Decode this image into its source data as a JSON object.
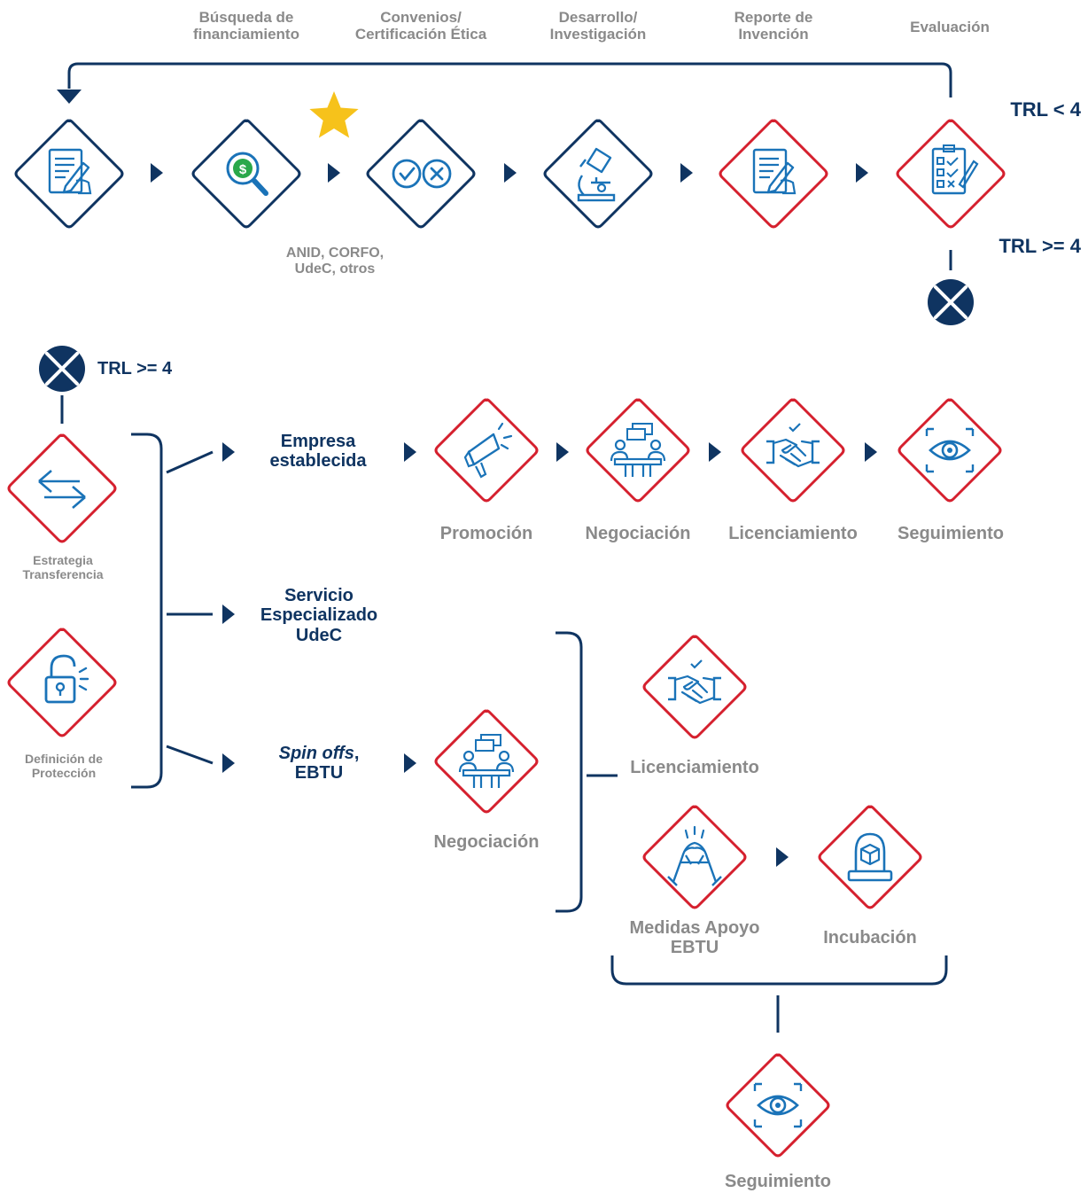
{
  "colors": {
    "navy": "#0f3461",
    "red": "#d5202e",
    "blue": "#1a73b8",
    "gray": "#8a8a8a",
    "star": "#f6c21b",
    "green": "#2aa84a"
  },
  "top_stages": [
    {
      "label": "Búsqueda de\nfinanciamiento",
      "icon": "dollar-search-icon"
    },
    {
      "label": "Convenios/\nCertificación Ética",
      "icon": "check-cross-icon"
    },
    {
      "label": "Desarrollo/\nInvestigación",
      "icon": "microscope-icon"
    },
    {
      "label": "Reporte de\nInvención",
      "icon": "document-signing-icon"
    },
    {
      "label": "Evaluación",
      "icon": "checklist-icon"
    }
  ],
  "funding_sources": "ANID, CORFO,\nUdeC, otros",
  "trl_low": "TRL < 4",
  "trl_high": "TRL >= 4",
  "trl_high_left": "TRL >= 4",
  "left_nodes": [
    {
      "label": "Estrategia\nTransferencia",
      "icon": "transfer-arrows-icon"
    },
    {
      "label": "Definición de\nProtección",
      "icon": "unlocked-padlock-icon"
    }
  ],
  "routes": {
    "empresa": "Empresa\nestablecida",
    "servicio": "Servicio\nEspecializado\nUdeC",
    "spin_italic": "Spin offs",
    "spin_rest": ",\nEBTU"
  },
  "empresa_steps": [
    {
      "label": "Promoción",
      "icon": "megaphone-icon"
    },
    {
      "label": "Negociación",
      "icon": "meeting-icon"
    },
    {
      "label": "Licenciamiento",
      "icon": "handshake-icon"
    },
    {
      "label": "Seguimiento",
      "icon": "eye-icon"
    }
  ],
  "spin_negociacion": "Negociación",
  "spin_licenciamiento": "Licenciamiento",
  "medidas_apoyo": "Medidas Apoyo\nEBTU",
  "incubacion": "Incubación",
  "final_seguimiento": "Seguimiento"
}
